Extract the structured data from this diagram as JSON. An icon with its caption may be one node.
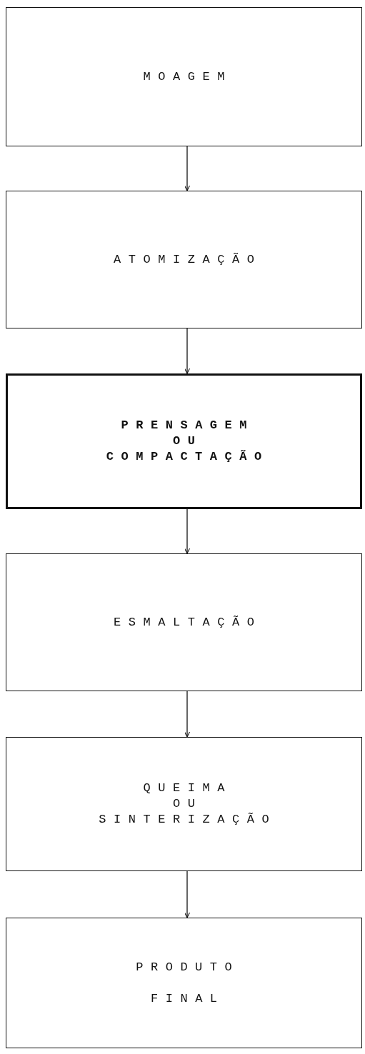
{
  "diagram": {
    "nodes": [
      {
        "text": [
          "MOAGEM"
        ]
      },
      {
        "text": [
          "ATOMIZAÇÃO"
        ]
      },
      {
        "text": [
          "PRENSAGEM OU COMPACTAÇÃO"
        ]
      },
      {
        "text": [
          "ESMALTAÇÃO"
        ]
      },
      {
        "text": [
          "QUEIMA OU SINTERIZAÇÃO"
        ]
      },
      {
        "text": [
          "PRODUTO FINAL"
        ]
      }
    ],
    "edges": [
      {
        "from": 0,
        "to": 1,
        "arrow": "to"
      },
      {
        "from": 1,
        "to": 2,
        "arrow": "to"
      },
      {
        "from": 2,
        "to": 3,
        "arrow": "to"
      },
      {
        "from": 3,
        "to": 4,
        "arrow": "to"
      },
      {
        "from": 4,
        "to": 5,
        "arrow": "to"
      }
    ]
  }
}
